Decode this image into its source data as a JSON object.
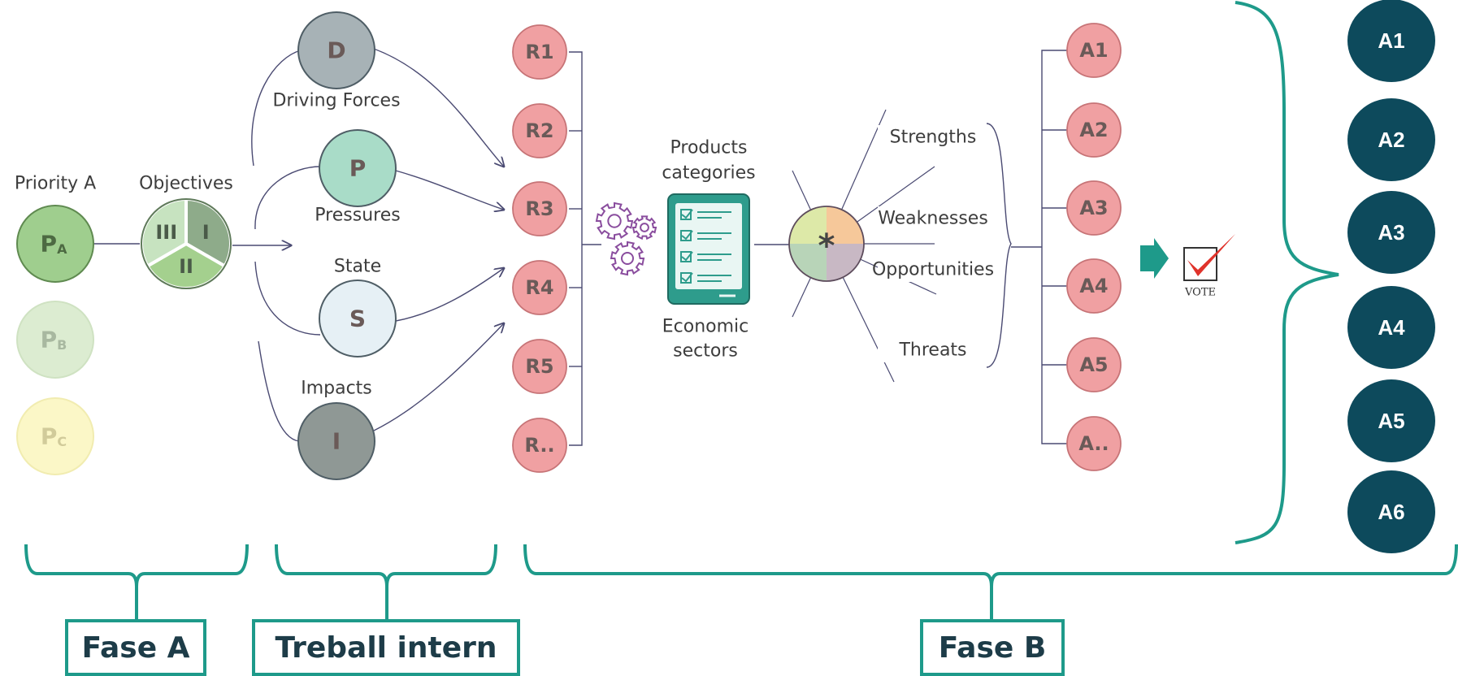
{
  "priority": {
    "label": "Priority A",
    "items": [
      {
        "main": "P",
        "sub": "A",
        "fill": "#9fce8e",
        "stroke": "#5f8a50",
        "text": "#4d6a42"
      },
      {
        "main": "P",
        "sub": "B",
        "fill": "#dcecd1",
        "stroke": "#cfe2c2",
        "text": "#a8b8a0"
      },
      {
        "main": "P",
        "sub": "C",
        "fill": "#fbf7c7",
        "stroke": "#f1ecb0",
        "text": "#d1cb9a"
      }
    ]
  },
  "objectives": {
    "label": "Objectives",
    "sectors": [
      "I",
      "II",
      "III"
    ],
    "colors": [
      "#8eab8a",
      "#a4d08e",
      "#c7e3c0"
    ]
  },
  "dpsir": [
    {
      "letter": "D",
      "label": "Driving Forces",
      "fill": "#a7b2b6"
    },
    {
      "letter": "P",
      "label": "Pressures",
      "fill": "#a9dcc8"
    },
    {
      "letter": "S",
      "label": "State",
      "fill": "#e6f0f5"
    },
    {
      "letter": "I",
      "label": "Impacts",
      "fill": "#8f9895"
    }
  ],
  "responses": [
    "R1",
    "R2",
    "R3",
    "R4",
    "R5",
    "R.."
  ],
  "center": {
    "top_label": [
      "Products",
      "categories"
    ],
    "bottom_label": [
      "Economic",
      "sectors"
    ],
    "gear_icon": "gears-icon",
    "checklist_icon": "checklist-tablet-icon",
    "color": "#2e9c8c",
    "gear_color": "#8a4d9e"
  },
  "swot": {
    "labels": [
      "Strengths",
      "Weaknesses",
      "Opportunities",
      "Threats"
    ],
    "colors": [
      "#f6c89a",
      "#c8b8c4",
      "#b8d4b8",
      "#dde9a8"
    ]
  },
  "actions": [
    "A1",
    "A2",
    "A3",
    "A4",
    "A5",
    "A.."
  ],
  "vote": {
    "label": "VOTE",
    "arrow_color": "#1e9a8a",
    "check_color": "#e0332b"
  },
  "final_actions": [
    "A1",
    "A2",
    "A3",
    "A4",
    "A5",
    "A6"
  ],
  "phases": {
    "fase_a": "Fase A",
    "treball_intern": "Treball intern",
    "fase_b": "Fase B"
  },
  "colors": {
    "response_fill": "#f0a0a2",
    "response_stroke": "#c77477",
    "response_text": "#6a5a58",
    "final_fill": "#0d4a5c",
    "bracket": "#1e9a8a",
    "line": "#4a4a72"
  }
}
